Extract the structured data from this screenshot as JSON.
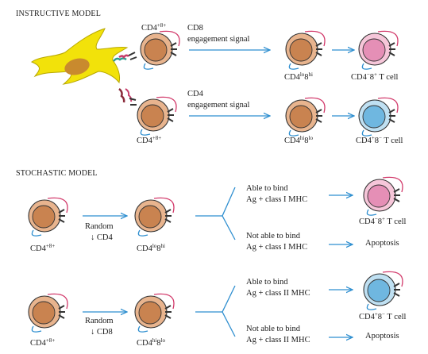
{
  "headings": {
    "instructive": "INSTRUCTIVE MODEL",
    "stochastic": "STOCHASTIC MODEL"
  },
  "instructive": {
    "dp_top": {
      "base": "CD4",
      "sup": "+8+"
    },
    "dp_bottom": {
      "base": "CD4",
      "sup": "+8+"
    },
    "signal_cd8_line1": "CD8",
    "signal_cd8_line2": "engagement signal",
    "signal_cd4_line1": "CD4",
    "signal_cd4_line2": "engagement signal",
    "int_top": {
      "base": "CD4",
      "sup": "lo",
      "mid": "8",
      "sup2": "hi"
    },
    "int_bottom": {
      "base": "CD4",
      "sup": "hi",
      "mid": "8",
      "sup2": "lo"
    },
    "out_top": {
      "base": "CD4",
      "sup": "−",
      "mid": "8",
      "sup2": "+",
      "tail": " T cell"
    },
    "out_bottom": {
      "base": "CD4",
      "sup": "+",
      "mid": "8",
      "sup2": "−",
      "tail": " T cell"
    }
  },
  "stochastic": {
    "row1": {
      "dp": {
        "base": "CD4",
        "sup": "+8+"
      },
      "random_line1": "Random",
      "random_line2": "↓ CD4",
      "int": {
        "base": "CD4",
        "sup": "lo",
        "mid": "8",
        "sup2": "hi"
      },
      "bind_line1": "Able to bind",
      "bind_line2": "Ag + class I MHC",
      "nobind_line1": "Not able to bind",
      "nobind_line2": "Ag + class I MHC",
      "out": {
        "base": "CD4",
        "sup": "−",
        "mid": "8",
        "sup2": "+",
        "tail": " T cell"
      },
      "apoptosis": "Apoptosis"
    },
    "row2": {
      "dp": {
        "base": "CD4",
        "sup": "+8+"
      },
      "random_line1": "Random",
      "random_line2": "↓ CD8",
      "int": {
        "base": "CD4",
        "sup": "hi",
        "mid": "8",
        "sup2": "lo"
      },
      "bind_line1": "Able to bind",
      "bind_line2": "Ag + class II MHC",
      "nobind_line1": "Not able to bind",
      "nobind_line2": "Ag + class II MHC",
      "out": {
        "base": "CD4",
        "sup": "+",
        "mid": "8",
        "sup2": "−",
        "tail": " T cell"
      },
      "apoptosis": "Apoptosis"
    }
  },
  "colors": {
    "arrow": "#2f8fd0",
    "tcell_outer": "#e8b48e",
    "tcell_nucleus": "#c98350",
    "cd8_cell_nucleus": "#e58fb6",
    "cd4_cell_nucleus": "#6fb7e0",
    "dendritic": "#f2e20a",
    "receptor": "#333333",
    "marker_red": "#d23a6b",
    "marker_blue": "#2f8fd0"
  }
}
